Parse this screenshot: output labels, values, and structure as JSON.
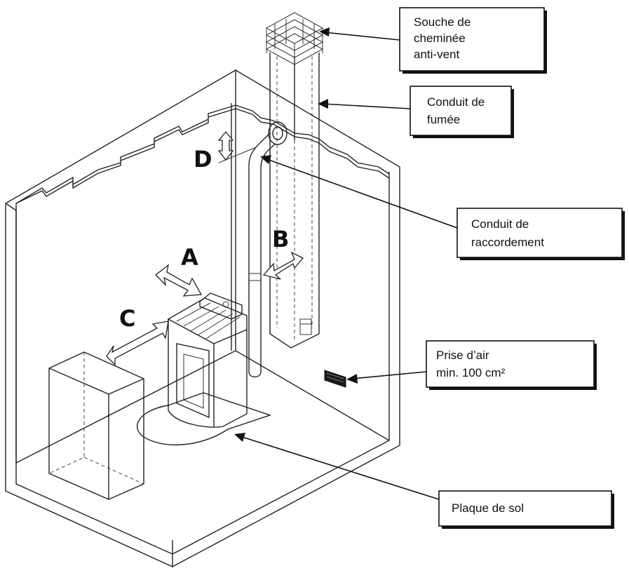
{
  "labels": {
    "souche": [
      "Souche de",
      "cheminée",
      "anti-vent"
    ],
    "conduit_fumee": [
      "Conduit de",
      "fumée"
    ],
    "conduit_raccordement": [
      "Conduit de",
      "raccordement"
    ],
    "prise_air": [
      "Prise d’air",
      "min. 100 cm²"
    ],
    "plaque_sol": [
      "Plaque de sol"
    ]
  },
  "distances": {
    "a": "A",
    "b": "B",
    "c": "C",
    "d": "D"
  },
  "colors": {
    "line": "#222222",
    "background": "#ffffff",
    "vent": "#1a1a1a"
  }
}
